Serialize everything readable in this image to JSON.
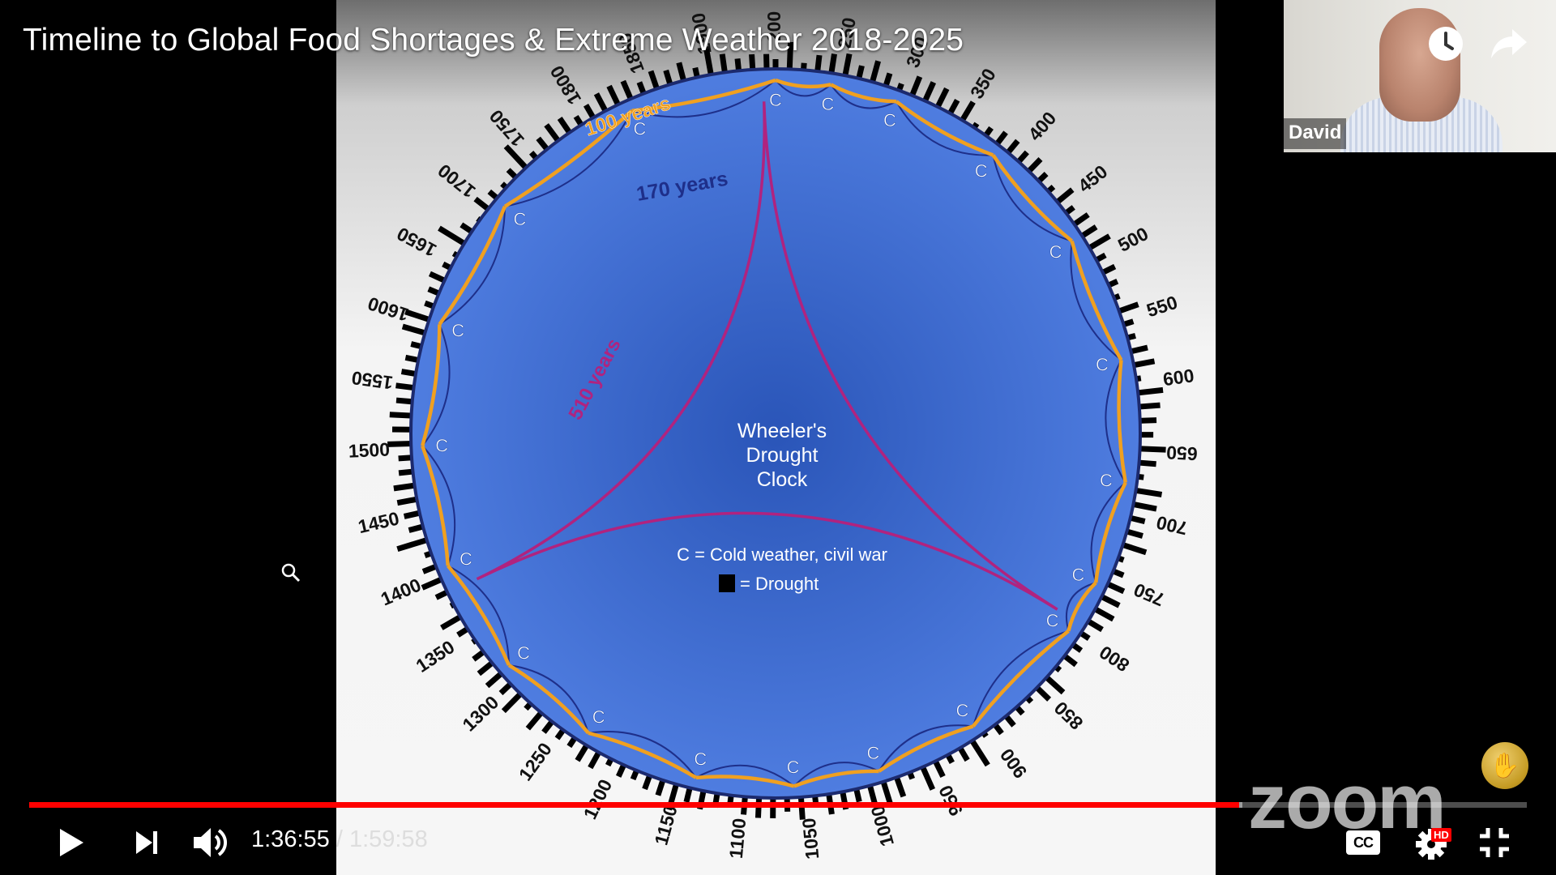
{
  "video": {
    "title": "Timeline to Global Food Shortages & Extreme Weather 2018-2025",
    "current_time": "1:36:55",
    "separator": " / ",
    "duration": "1:59:58",
    "progress": 0.808,
    "buffered": 0.81
  },
  "participant": {
    "name": "David"
  },
  "watermark": {
    "text": "zoom"
  },
  "controls": {
    "play_icon": "play-icon",
    "next_icon": "next-icon",
    "volume_icon": "volume-icon",
    "cc_label": "CC",
    "hd_badge": "HD",
    "settings_icon": "gear-icon",
    "exit_fullscreen_icon": "exit-fullscreen-icon"
  },
  "slide": {
    "center_title": [
      "Wheeler's",
      "Drought",
      "Clock"
    ],
    "legend_c": "C = Cold weather, civil war",
    "legend_drought": "= Drought",
    "cycle_labels": {
      "orange": "100 years",
      "navy": "170 years",
      "purple": "510 years"
    },
    "cold_marker": "C",
    "year_labels": [
      "200",
      "250",
      "300",
      "350",
      "400",
      "450",
      "500",
      "550",
      "600",
      "650",
      "700",
      "750",
      "800",
      "850",
      "900",
      "950",
      "1000",
      "1050",
      "1100",
      "1150",
      "1200",
      "1250",
      "1300",
      "1350",
      "1400",
      "1450",
      "1500",
      "1550",
      "1600",
      "1650",
      "1700",
      "1750",
      "1800",
      "1850",
      "1900"
    ],
    "colors": {
      "disc_outer": "#4f7de0",
      "disc_inner": "#2a55b8",
      "orange_cycle": "#f0a020",
      "navy_cycle": "#1e2f8a",
      "purple_cycle": "#b0237f",
      "drought_bars": "#000000",
      "progress": "#ff0000"
    }
  }
}
